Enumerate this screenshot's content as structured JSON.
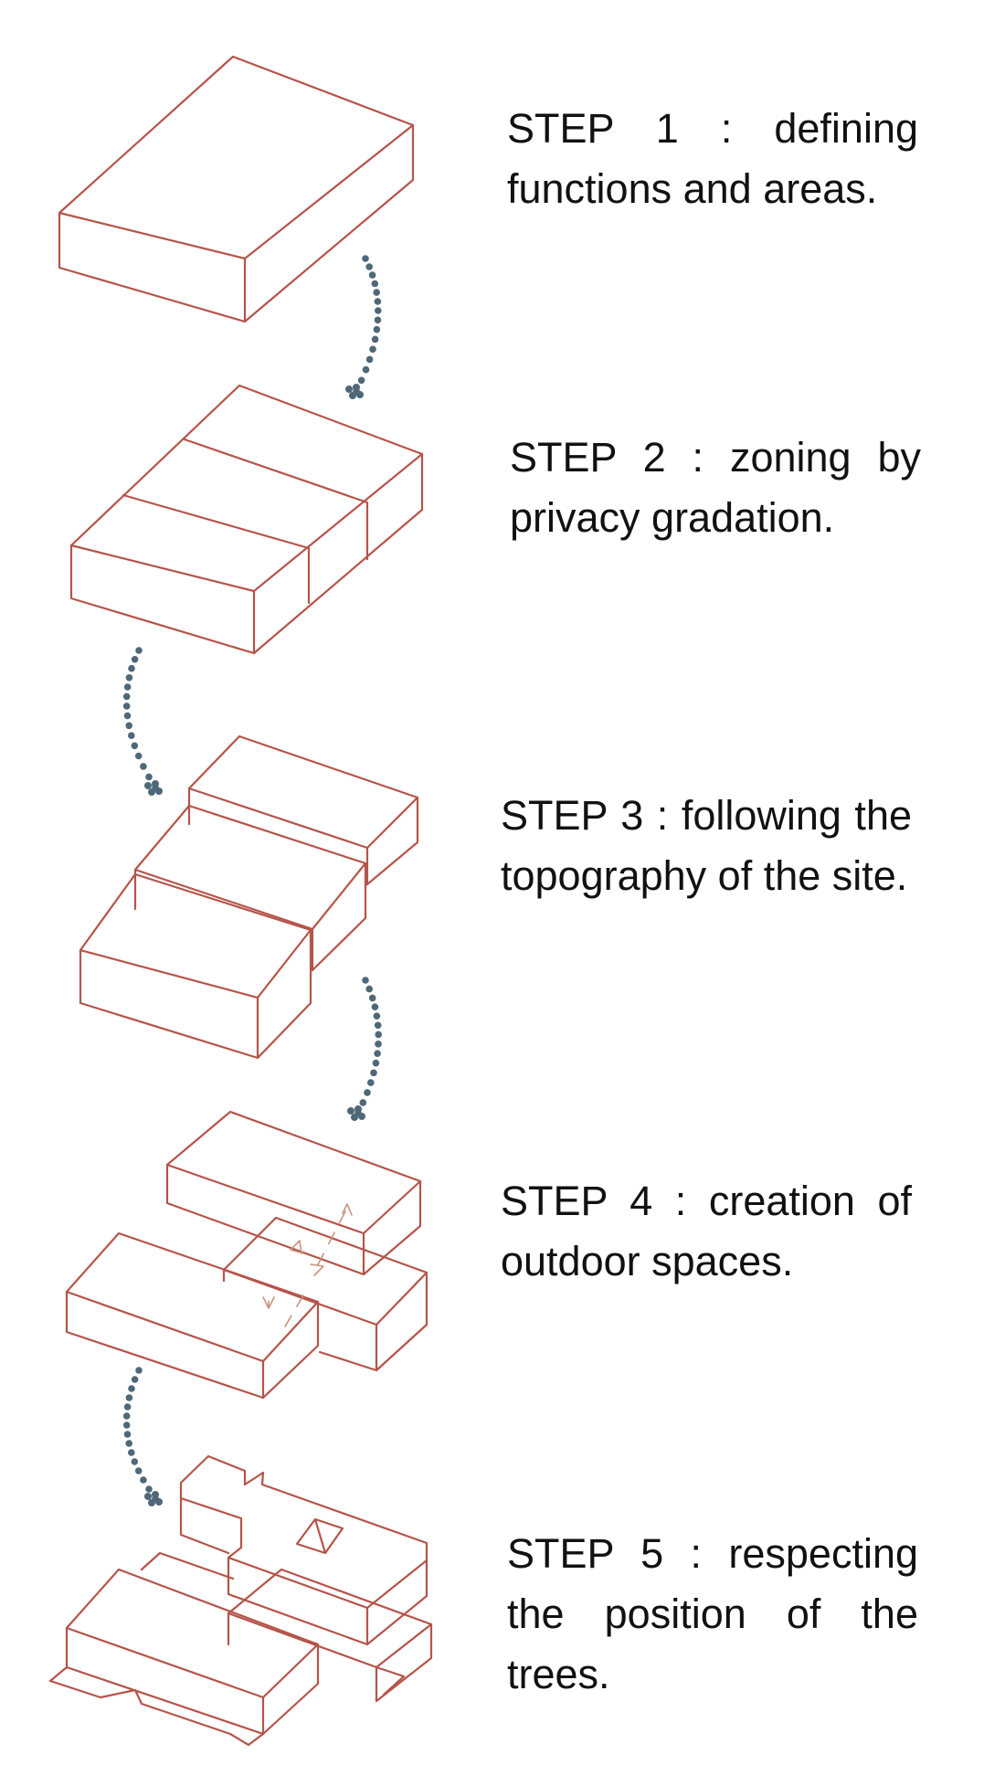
{
  "colors": {
    "block_line": "#b5544a",
    "connector_dots": "#4f6878",
    "flow_arrows": "#c9937e",
    "text": "#111111",
    "background": "#ffffff"
  },
  "steps": [
    {
      "number": "1",
      "text": "STEP 1 : defining functions and areas."
    },
    {
      "number": "2",
      "text": "STEP 2 : zoning by privacy gradation."
    },
    {
      "number": "3",
      "text": "STEP 3 : following the topography of the site."
    },
    {
      "number": "4",
      "text": "STEP 4 : creation of outdoor spaces."
    },
    {
      "number": "5",
      "text": "STEP 5 : respecting the position of the trees."
    }
  ]
}
